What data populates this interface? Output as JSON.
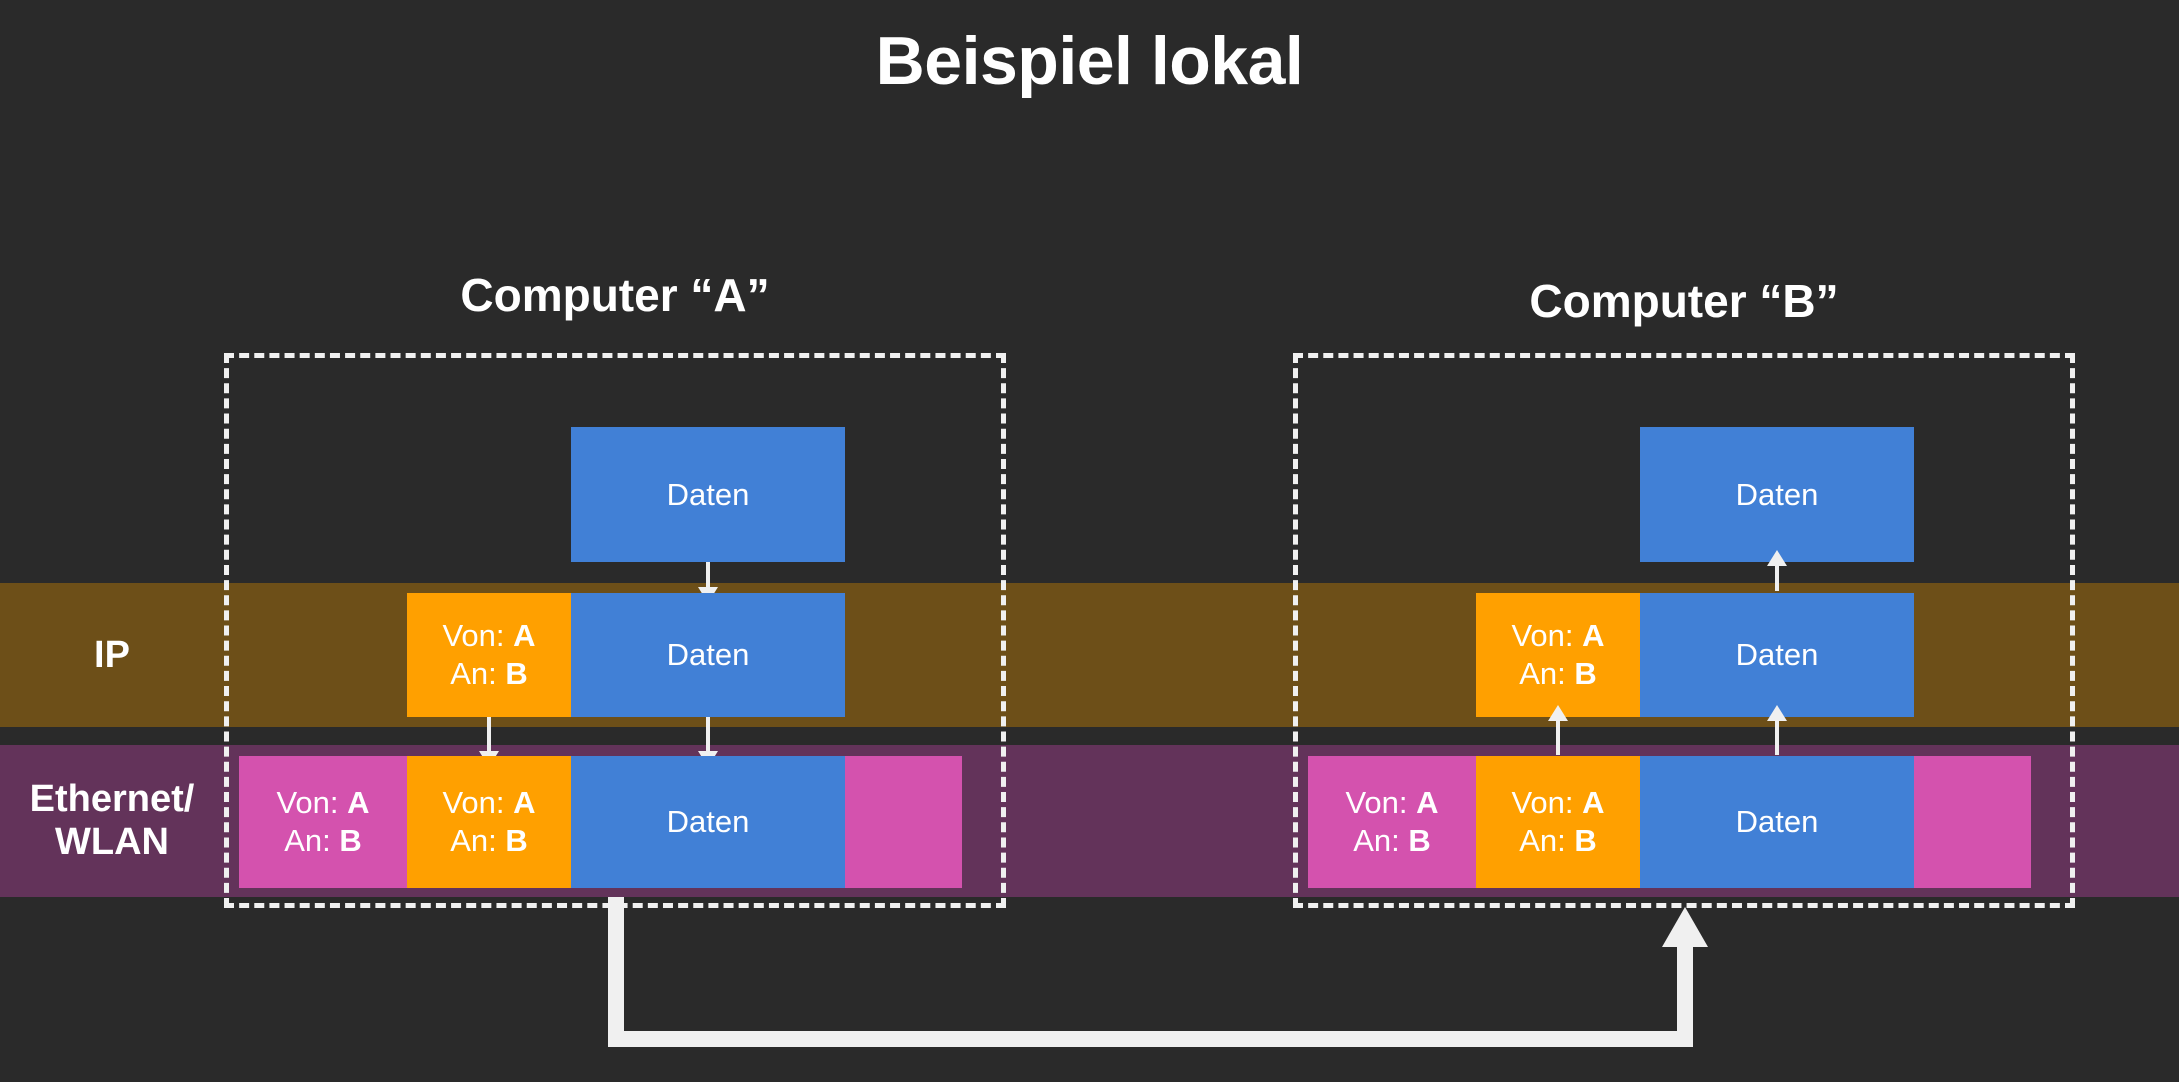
{
  "page": {
    "title": "Beispiel lokal",
    "background_color": "#2a2a2a"
  },
  "colors": {
    "background": "#2a2a2a",
    "data_blue": "#4180d6",
    "ip_orange": "#ffa000",
    "ethernet_pink": "#d452ae",
    "ip_band": "#6d4f18",
    "ethernet_band": "#63335a",
    "stroke_white": "#f0f0f0",
    "text_white": "#ffffff"
  },
  "layers": [
    {
      "id": "ip",
      "label": "IP",
      "band_color": "#6d4f18"
    },
    {
      "id": "eth",
      "label": "Ethernet/\nWLAN",
      "band_color": "#63335a"
    }
  ],
  "layer_labels": {
    "ip": "IP",
    "ethernet_line1": "Ethernet/",
    "ethernet_line2": "WLAN"
  },
  "machines": [
    {
      "id": "a",
      "label": "Computer “A”",
      "direction": "send",
      "stack": [
        {
          "layer": "application",
          "cells": [
            {
              "kind": "data",
              "label": "Daten"
            }
          ]
        },
        {
          "layer": "ip",
          "cells": [
            {
              "kind": "ip-header",
              "from_label": "Von:",
              "from_value": "A",
              "to_label": "An:",
              "to_value": "B"
            },
            {
              "kind": "data",
              "label": "Daten"
            }
          ]
        },
        {
          "layer": "ethernet",
          "cells": [
            {
              "kind": "eth-header",
              "from_label": "Von:",
              "from_value": "A",
              "to_label": "An:",
              "to_value": "B"
            },
            {
              "kind": "ip-header",
              "from_label": "Von:",
              "from_value": "A",
              "to_label": "An:",
              "to_value": "B"
            },
            {
              "kind": "data",
              "label": "Daten"
            },
            {
              "kind": "eth-trailer",
              "label": ""
            }
          ]
        }
      ]
    },
    {
      "id": "b",
      "label": "Computer “B”",
      "direction": "receive",
      "stack": [
        {
          "layer": "application",
          "cells": [
            {
              "kind": "data",
              "label": "Daten"
            }
          ]
        },
        {
          "layer": "ip",
          "cells": [
            {
              "kind": "ip-header",
              "from_label": "Von:",
              "from_value": "A",
              "to_label": "An:",
              "to_value": "B"
            },
            {
              "kind": "data",
              "label": "Daten"
            }
          ]
        },
        {
          "layer": "ethernet",
          "cells": [
            {
              "kind": "eth-header",
              "from_label": "Von:",
              "from_value": "A",
              "to_label": "An:",
              "to_value": "B"
            },
            {
              "kind": "ip-header",
              "from_label": "Von:",
              "from_value": "A",
              "to_label": "An:",
              "to_value": "B"
            },
            {
              "kind": "data",
              "label": "Daten"
            },
            {
              "kind": "eth-trailer",
              "label": ""
            }
          ]
        }
      ]
    }
  ],
  "packet_text": {
    "from_prefix": "Von:",
    "to_prefix": "An:",
    "source": "A",
    "destination": "B",
    "payload": "Daten"
  },
  "network_link": {
    "from_machine": "a",
    "to_machine": "b",
    "direction": "a-to-b",
    "arrow": "up"
  }
}
